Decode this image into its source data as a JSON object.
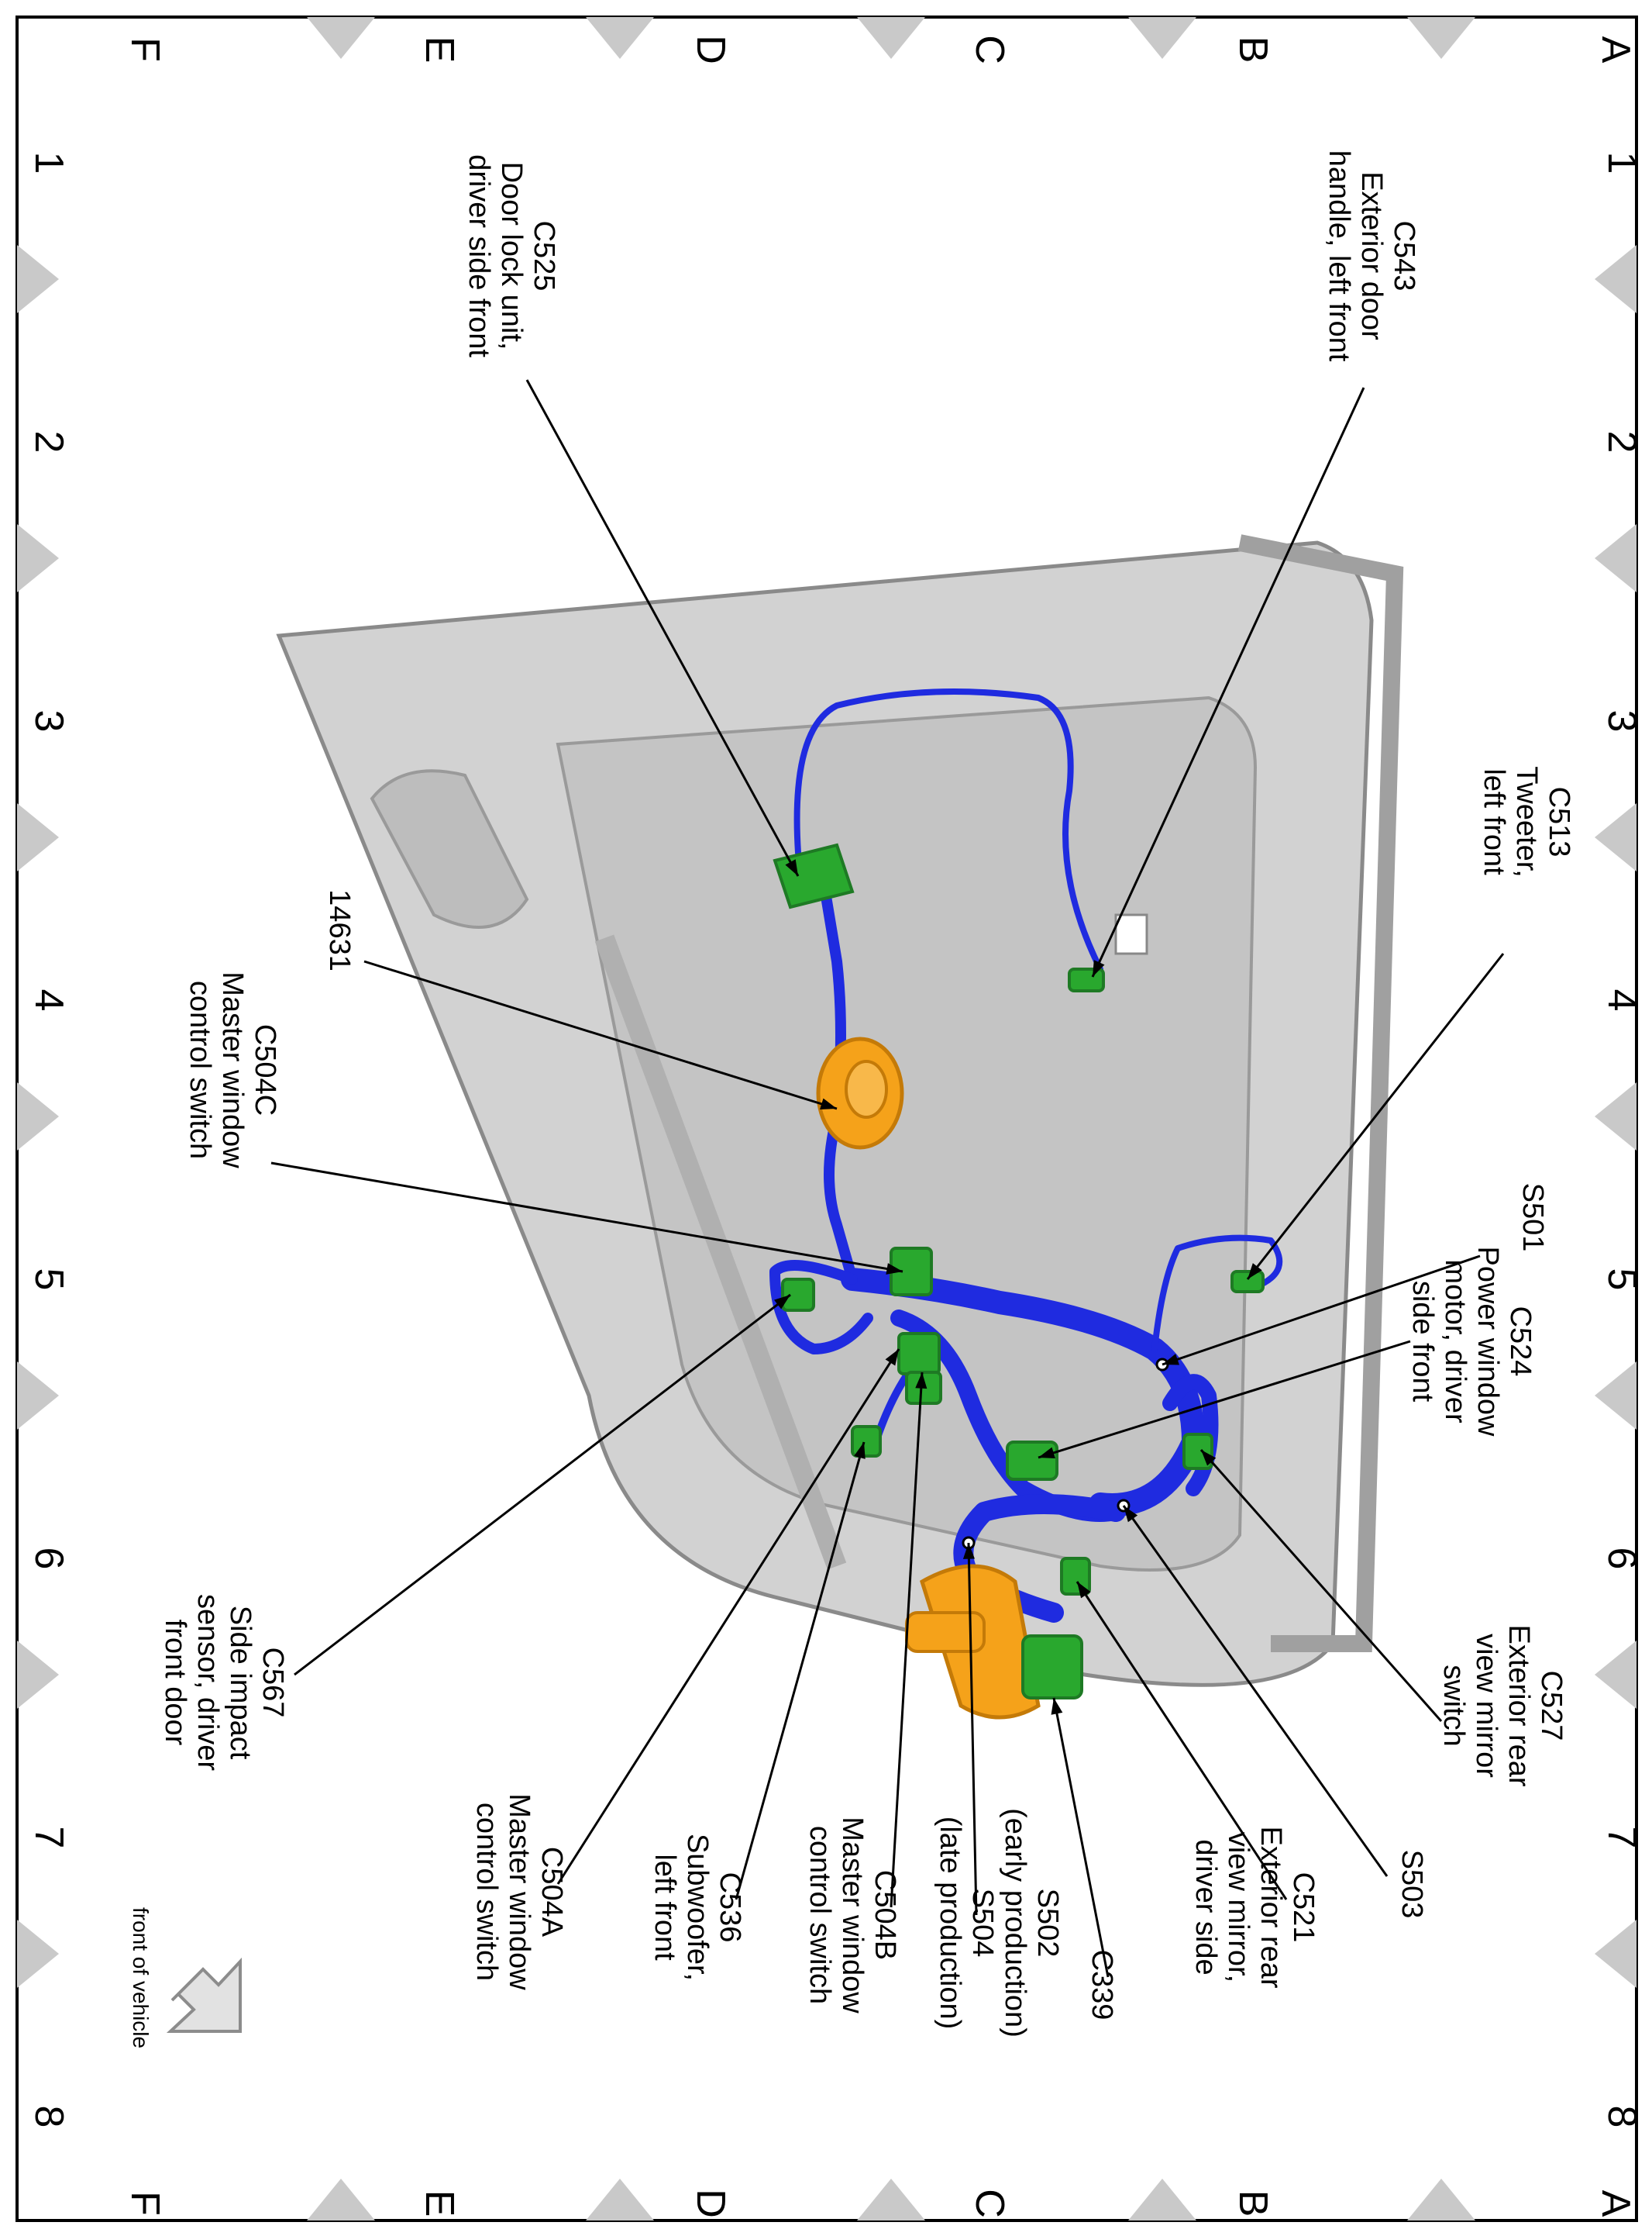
{
  "grid": {
    "rows": [
      "A",
      "B",
      "C",
      "D",
      "E",
      "F"
    ],
    "columns": [
      "1",
      "2",
      "3",
      "4",
      "5",
      "6",
      "7",
      "8"
    ]
  },
  "colors": {
    "harness": "#1f2be0",
    "connector": "#29a82e",
    "connector_dark": "#1e7a24",
    "grommet": "#f5a21a",
    "door_panel": "#cfcfcf",
    "border": "#000000",
    "marker": "#c9c9c9"
  },
  "callouts": [
    {
      "id": "c543",
      "lines": [
        "C543",
        "Exterior door",
        "handle, left front"
      ]
    },
    {
      "id": "c525",
      "lines": [
        "C525",
        "Door lock unit,",
        "driver side front"
      ]
    },
    {
      "id": "c513",
      "lines": [
        "C513",
        "Tweeter,",
        "left front"
      ]
    },
    {
      "id": "14631",
      "lines": [
        "14631"
      ]
    },
    {
      "id": "c504c",
      "lines": [
        "C504C",
        "Master window",
        "control switch"
      ]
    },
    {
      "id": "s501",
      "lines": [
        "S501"
      ]
    },
    {
      "id": "c524",
      "lines": [
        "C524",
        "Power window",
        "motor, driver",
        "side front"
      ]
    },
    {
      "id": "c527",
      "lines": [
        "C527",
        "Exterior rear",
        "view mirror",
        "switch"
      ]
    },
    {
      "id": "c567",
      "lines": [
        "C567",
        "Side impact",
        "sensor, driver",
        "front door"
      ]
    },
    {
      "id": "s503",
      "lines": [
        "S503"
      ]
    },
    {
      "id": "c521",
      "lines": [
        "C521",
        "Exterior rear",
        "view mirror,",
        "driver side"
      ]
    },
    {
      "id": "c339",
      "lines": [
        "C339"
      ]
    },
    {
      "id": "s502",
      "lines": [
        "S502",
        "(early production)",
        "S504",
        "(late production)"
      ]
    },
    {
      "id": "c504b",
      "lines": [
        "C504B",
        "Master window",
        "control switch"
      ]
    },
    {
      "id": "c536",
      "lines": [
        "C536",
        "Subwoofer,",
        "left front"
      ]
    },
    {
      "id": "c504a",
      "lines": [
        "C504A",
        "Master window",
        "control switch"
      ]
    }
  ],
  "orientation_label": "front of vehicle"
}
